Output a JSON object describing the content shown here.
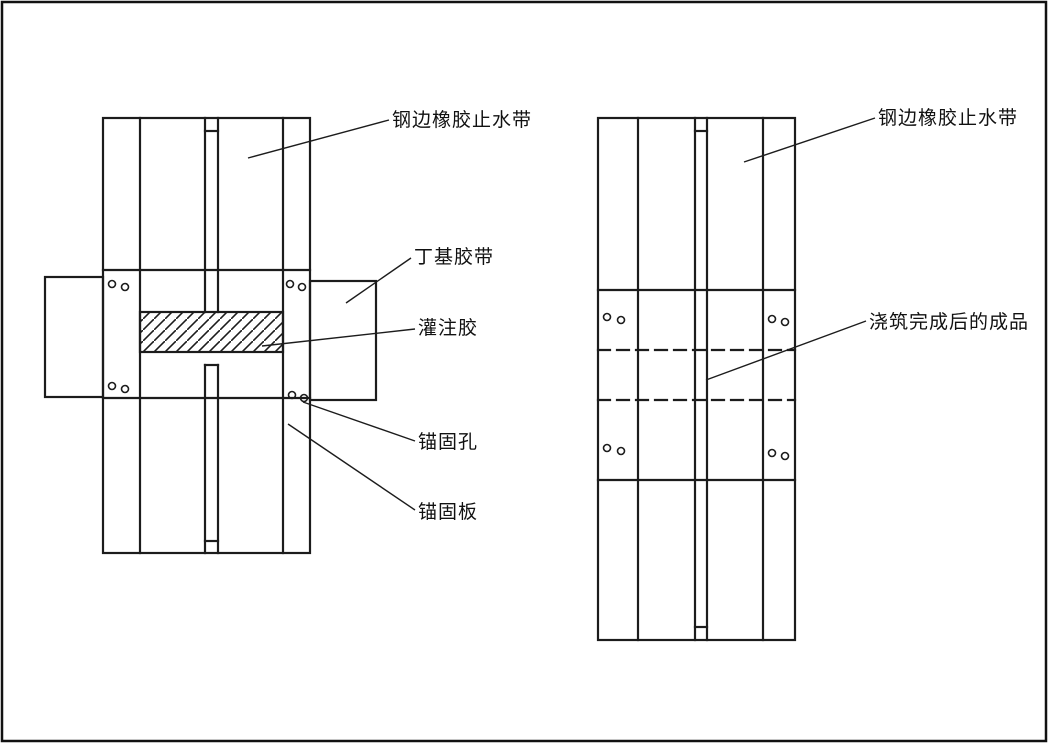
{
  "canvas": {
    "background_color": "#ffffff",
    "line_color": "#1c1c1c"
  },
  "left_figure": {
    "description_role": "assembly-cross-section-before-grouting",
    "labels": {
      "waterstop": "钢边橡胶止水带",
      "butyl_tape": "丁基胶带",
      "grout": "灌注胶",
      "anchor_hole": "锚固孔",
      "anchor_plate": "锚固板"
    }
  },
  "right_figure": {
    "description_role": "finished-assembly-after-casting",
    "labels": {
      "waterstop": "钢边橡胶止水带",
      "finished_product": "浇筑完成后的成品"
    }
  }
}
